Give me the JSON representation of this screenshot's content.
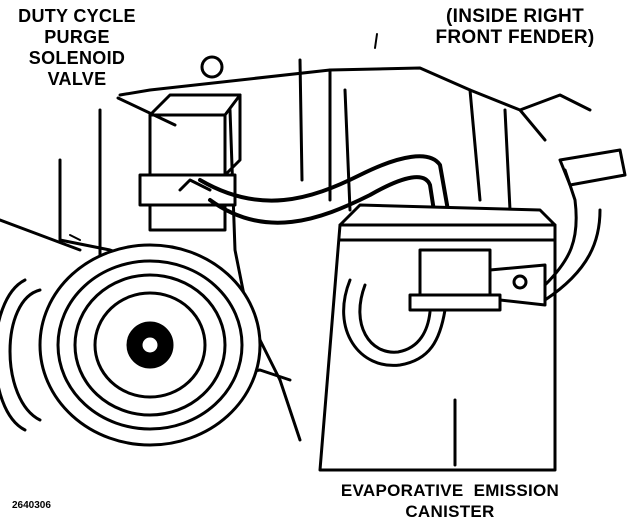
{
  "labels": {
    "purge_valve": [
      "DUTY CYCLE",
      "PURGE",
      "SOLENOID",
      "VALVE"
    ],
    "location": [
      "(INSIDE RIGHT",
      "FRONT FENDER)"
    ],
    "canister": [
      "EVAPORATIVE  EMISSION",
      "CANISTER"
    ]
  },
  "figure_id": "2640306",
  "colors": {
    "ink": "#000000",
    "paper": "#ffffff"
  }
}
